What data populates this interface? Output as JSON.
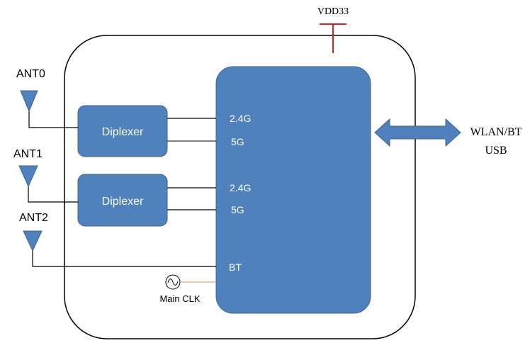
{
  "power": {
    "label": "VDD33"
  },
  "antennas": [
    {
      "label": "ANT0"
    },
    {
      "label": "ANT1"
    },
    {
      "label": "ANT2"
    }
  ],
  "diplexers": [
    {
      "label": "Diplexer"
    },
    {
      "label": "Diplexer"
    }
  ],
  "chip_ports": [
    {
      "label": "2.4G"
    },
    {
      "label": "5G"
    },
    {
      "label": "2.4G"
    },
    {
      "label": "5G"
    },
    {
      "label": "BT"
    }
  ],
  "clock": {
    "label": "Main CLK"
  },
  "interface": {
    "line1": "WLAN/BT",
    "line2": "USB"
  },
  "colors": {
    "block_fill": "#4f81bd",
    "block_stroke": "#3a6494",
    "power_line": "#e0201b",
    "clock_line": "#f2b27a",
    "wire": "#000000",
    "module_outline": "#000000"
  }
}
